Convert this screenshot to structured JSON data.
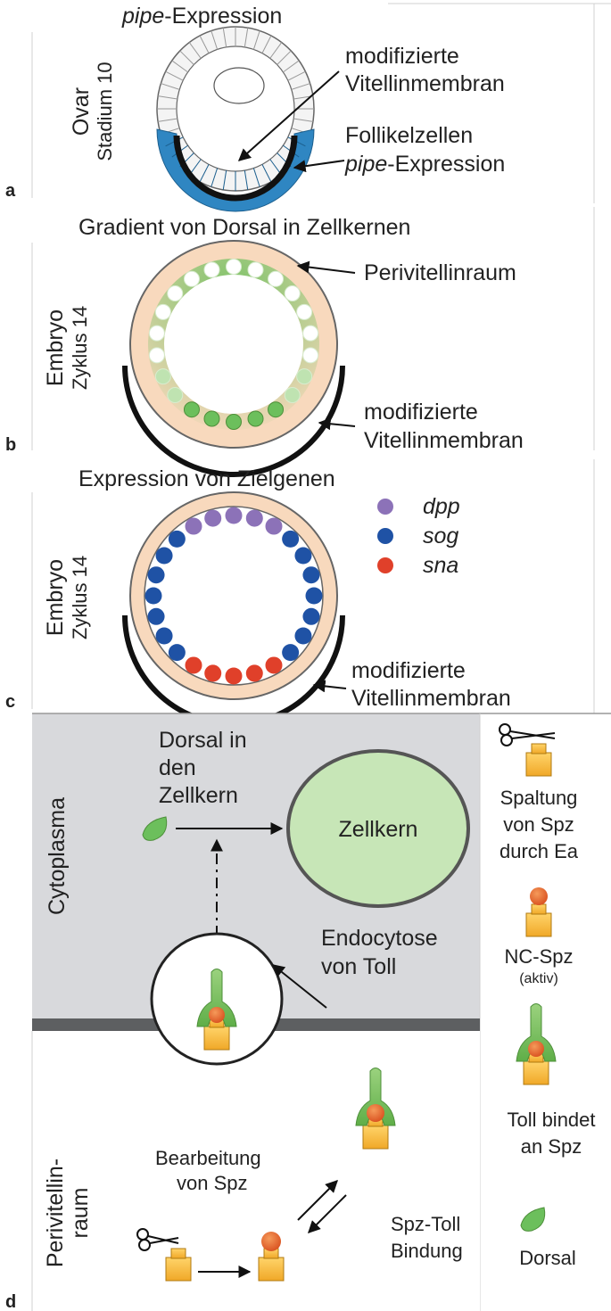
{
  "panel_a": {
    "label": "a",
    "title_italic": "pipe",
    "title_rest": "-Expression",
    "side_main": "Ovar",
    "side_sub": "Stadium 10",
    "callout1_line1": "modifizierte",
    "callout1_line2": "Vitellinmembran",
    "callout2_line1": "Follikelzellen",
    "callout2_italic": "pipe",
    "callout2_rest": "-Expression"
  },
  "panel_b": {
    "label": "b",
    "title": "Gradient von Dorsal in Zellkernen",
    "side_main": "Embryo",
    "side_sub": "Zyklus 14",
    "callout1": "Perivitellinraum",
    "callout2_line1": "modifizierte",
    "callout2_line2": "Vitellinmembran"
  },
  "panel_c": {
    "label": "c",
    "title": "Expression von Zielgenen",
    "side_main": "Embryo",
    "side_sub": "Zyklus 14",
    "legend": [
      {
        "name": "dpp",
        "color": "#8c72b8"
      },
      {
        "name": "sog",
        "color": "#1f52a5"
      },
      {
        "name": "sna",
        "color": "#e0402a"
      }
    ],
    "callout_line1": "modifizierte",
    "callout_line2": "Vitellinmembran"
  },
  "panel_d": {
    "label": "d",
    "cytoplasm": "Cytoplasma",
    "perivitellin_line1": "Perivitellin-",
    "perivitellin_line2": "raum",
    "dorsal_line1": "Dorsal in",
    "dorsal_line2": "den",
    "dorsal_line3": "Zellkern",
    "nucleus": "Zellkern",
    "endo_line1": "Endocytose",
    "endo_line2": "von Toll",
    "bearb_line1": "Bearbeitung",
    "bearb_line2": "von Spz",
    "bind_line1": "Spz-Toll",
    "bind_line2": "Bindung",
    "legend": {
      "cleave_line1": "Spaltung",
      "cleave_line2": "von Spz",
      "cleave_line3": "durch Ea",
      "ncspz": "NC-Spz",
      "ncspz_note": "(aktiv)",
      "toll_line1": "Toll bindet",
      "toll_line2": "an Spz",
      "dorsal": "Dorsal"
    }
  },
  "colors": {
    "follicle_blue": "#2f86c2",
    "embryo_peach": "#f8d9bd",
    "dorsal_green": "#6cbf5c",
    "cytoplasm_gray": "#d8d9dc",
    "nucleus_green": "#c7e6b7",
    "spz_yellow": "#f2b533",
    "spz_orange": "#e8622a"
  }
}
